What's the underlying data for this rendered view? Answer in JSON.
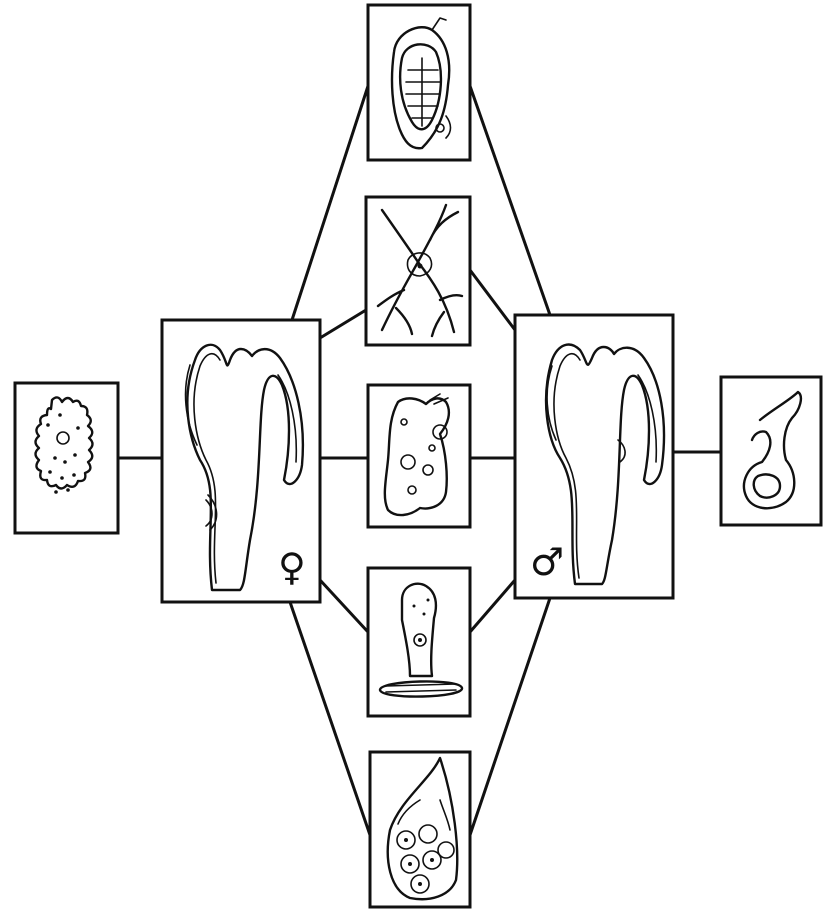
{
  "diagram": {
    "female_symbol": "♀",
    "male_symbol": "♂",
    "nodes": [
      {
        "id": "egg-cell",
        "icon": "egg-cell-icon"
      },
      {
        "id": "female-polyp",
        "icon": "female-polyp-icon"
      },
      {
        "id": "cnidocyte",
        "icon": "cnidocyte-icon"
      },
      {
        "id": "nerve-cell",
        "icon": "nerve-cell-icon"
      },
      {
        "id": "interstitial-cell",
        "icon": "interstitial-cell-icon"
      },
      {
        "id": "epitheliomuscular-cell",
        "icon": "epitheliomuscular-cell-icon"
      },
      {
        "id": "gland-cells",
        "icon": "gland-cells-icon"
      },
      {
        "id": "male-polyp",
        "icon": "male-polyp-icon"
      },
      {
        "id": "sperm-cell",
        "icon": "sperm-cell-icon"
      }
    ]
  }
}
